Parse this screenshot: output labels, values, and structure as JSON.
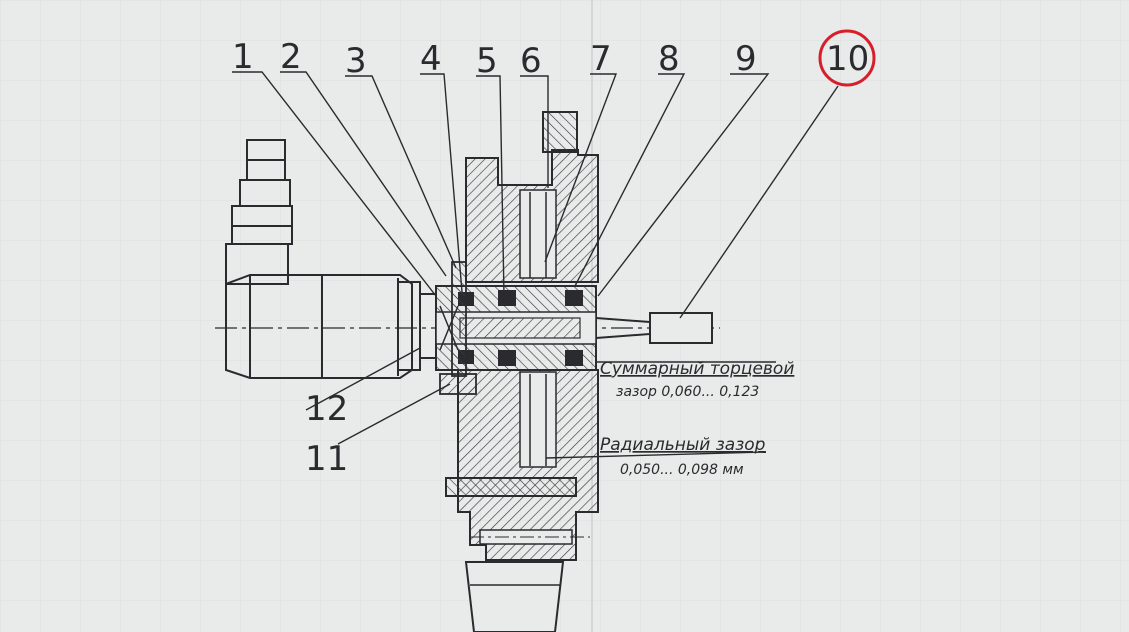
{
  "drawing": {
    "labels_top": [
      "1",
      "2",
      "3",
      "4",
      "5",
      "6",
      "7",
      "8",
      "9",
      "10"
    ],
    "labels_bottom": [
      "12",
      "11"
    ],
    "highlighted_label": "10",
    "note_face_gap": {
      "line1": "Суммарный торцевой",
      "line2": "зазор  0,060... 0,123"
    },
    "note_radial_gap": {
      "line1": "Радиальный  зазор",
      "line2": "0,050... 0,098 мм"
    },
    "colors": {
      "paper": "#e9ebea",
      "ink": "#2b2b2f",
      "hatch": "#3a3a40",
      "highlight": "#d61f2b"
    }
  }
}
